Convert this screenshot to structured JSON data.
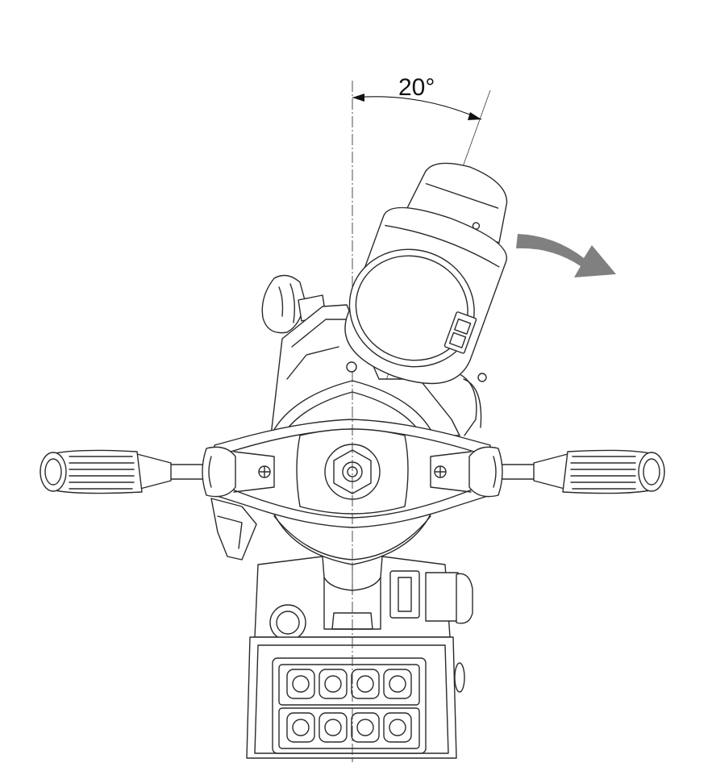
{
  "annotation": {
    "angle_label": "20°",
    "angle_value_deg": 20,
    "rotation_direction": "clockwise"
  },
  "colors": {
    "line": "#2a2a2a",
    "arrow": "#808080",
    "background": "#ffffff"
  },
  "icons": {
    "rotation_arrow": "curved-arrow-right-icon"
  }
}
